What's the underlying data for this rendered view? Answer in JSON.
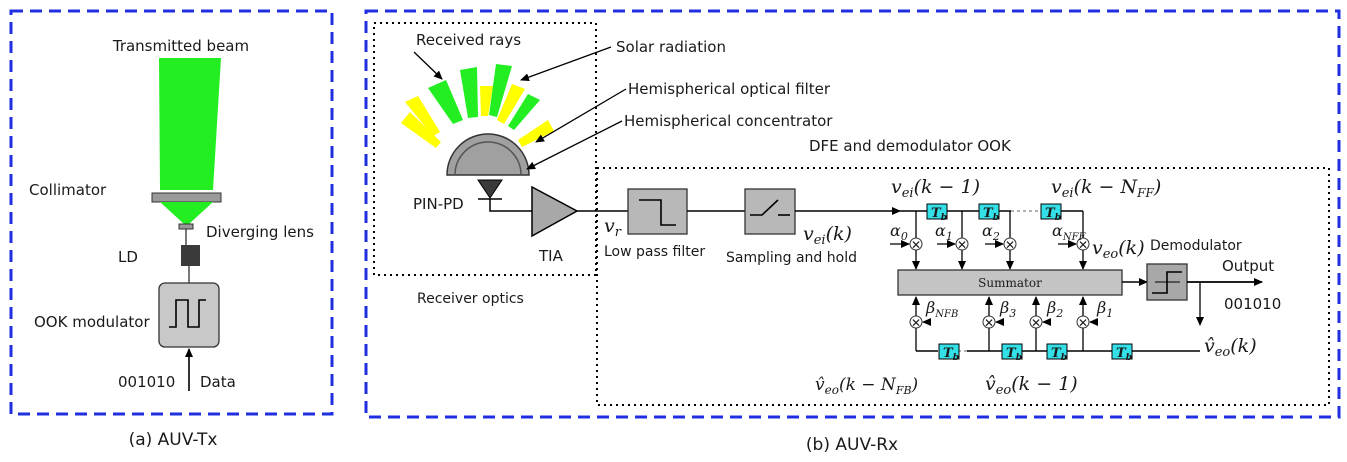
{
  "tx": {
    "caption": "(a) AUV-Tx",
    "transmitted_beam": "Transmitted beam",
    "collimator": "Collimator",
    "diverging_lens": "Diverging lens",
    "ld": "LD",
    "ook_modulator": "OOK modulator",
    "bits": "001010",
    "data": "Data"
  },
  "rx": {
    "caption": "(b) AUV-Rx",
    "received_rays": "Received rays",
    "solar_radiation": "Solar radiation",
    "hemispherical_filter": "Hemispherical optical filter",
    "hemispherical_concentrator": "Hemispherical concentrator",
    "pin_pd": "PIN-PD",
    "tia": "TIA",
    "receiver_optics": "Receiver optics",
    "dfe_title": "DFE and  demodulator OOK",
    "low_pass_filter": "Low pass filter",
    "sampling_hold": "Sampling and hold",
    "demodulator": "Demodulator",
    "output": "Output",
    "output_bits": "001010",
    "summator": "Summator",
    "delay_label": "Tb"
  },
  "math": {
    "v_r": "v_r",
    "v_ei_k": "v_ei(k)",
    "v_ei_k1": "v_ei(k − 1)",
    "v_ei_knff": "v_ei(k − N_FF)",
    "v_eo_k": "v_eo(k)",
    "vhat_eo_k": "v̂_eo(k)",
    "vhat_eo_k1": "v̂_eo(k − 1)",
    "vhat_eo_knfb": "v̂_eo(k − N_FB)",
    "alpha0": "α0",
    "alpha1": "α1",
    "alpha2": "α2",
    "alpha_nff": "αNFF",
    "beta_nfb": "βNFB",
    "beta3": "β3",
    "beta2": "β2",
    "beta1": "β1"
  },
  "colors": {
    "frame_blue": "#1f2fe0",
    "beam_green": "#22ee22",
    "solar_yellow": "#ffff00",
    "delay_cyan": "#33e0e8",
    "block_gray": "#b8b8b8"
  }
}
